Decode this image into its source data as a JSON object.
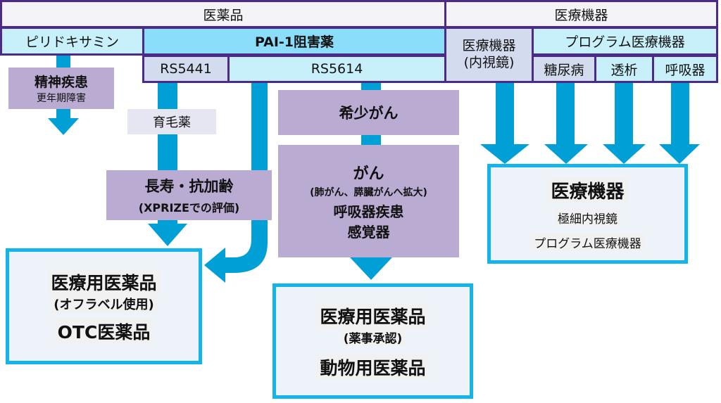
{
  "header": {
    "pharma": "医薬品",
    "device": "医療機器"
  },
  "row2": {
    "pyridoxamine": "ピリドキサミン",
    "pai1": "PAI-1阻害薬",
    "device_endoscope_line1": "医療機器",
    "device_endoscope_line2": "(内視鏡)",
    "program_device": "プログラム医療機器"
  },
  "row3": {
    "rs5441": "RS5441",
    "rs5614": "RS5614",
    "diabetes": "糖尿病",
    "dialysis": "透析",
    "respiratory": "呼吸器"
  },
  "boxes": {
    "psychiatric_title": "精神疾患",
    "psychiatric_sub": "更年期障害",
    "hair_growth": "育毛薬",
    "longevity_title": "長寿・抗加齢",
    "longevity_sub": "(XPRIZEでの評価)",
    "rare_cancer": "希少がん",
    "cancer_title": "がん",
    "cancer_sub": "(肺がん、膵臓がんへ拡大)",
    "cancer_line3": "呼吸器疾患",
    "cancer_line4": "感覚器"
  },
  "targets": {
    "left_line1": "医療用医薬品",
    "left_line2": "(オフラベル使用)",
    "left_line3": "OTC医薬品",
    "center_line1": "医療用医薬品",
    "center_line2": "(薬事承認)",
    "center_line3": "動物用医薬品",
    "right_title": "医療機器",
    "right_line2": "極細内視鏡",
    "right_line3": "プログラム医療機器"
  },
  "colors": {
    "border_purple": "#4b2a8a",
    "arrow_blue": "#00a0d6",
    "target_border": "#12b4ea",
    "purple_box": "#b9abd1"
  }
}
